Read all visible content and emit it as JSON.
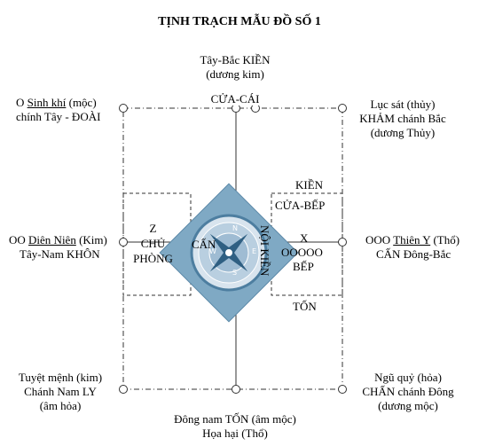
{
  "title": "TỊNH TRẠCH MẪU ĐỒ SỐ 1",
  "top": {
    "line1": "Tây-Bắc KIỀN",
    "line2": "(dương kim)",
    "door": "CỬA-CÁI"
  },
  "top_left": {
    "prefix": "O",
    "name": "Sinh khí",
    "suffix": "(mộc)",
    "line2": "chính Tây - ĐOÀI"
  },
  "top_right": {
    "line1": "Lục sát (thủy)",
    "line2": "KHẢM chánh Bắc",
    "line3": "(dương Thủy)"
  },
  "left": {
    "prefix": "OO",
    "name": "Diên Niên",
    "suffix": "(Kim)",
    "line2": "Tây-Nam KHÔN"
  },
  "right": {
    "prefix": "OOO",
    "name": "Thiên Y",
    "suffix": "(Thổ)",
    "line2": "CẤN Đông-Bắc"
  },
  "bottom_left": {
    "line1": "Tuyệt mệnh (kim)",
    "line2": "Chánh Nam LY",
    "line3": "(âm hỏa)"
  },
  "bottom_right": {
    "line1": "Ngũ quỷ (hỏa)",
    "line2": "CHẤN chánh Đông",
    "line3": "(dương mộc)"
  },
  "bottom": {
    "line1": "Đông nam TỐN (âm mộc)",
    "line2": "Họa hại (Thổ)"
  },
  "inner": {
    "kien": "KIỀN",
    "cua_bep": "CỬA-BẾP",
    "z": "Z",
    "chu": "CHỦ",
    "phong": "PHÒNG",
    "can_left": "CẤN",
    "x": "X",
    "ooooo": "OOOOO",
    "bep": "BẾP",
    "ton": "TỐN",
    "noi": "NỘI",
    "kien_vertical": "KIỀN"
  },
  "compass_marks": {
    "north": "N",
    "south": "S",
    "east": "E",
    "west": "W"
  },
  "colors": {
    "compass_blue": "#7fa9c4",
    "compass_dark": "#4d7ea0",
    "line": "#333333"
  }
}
